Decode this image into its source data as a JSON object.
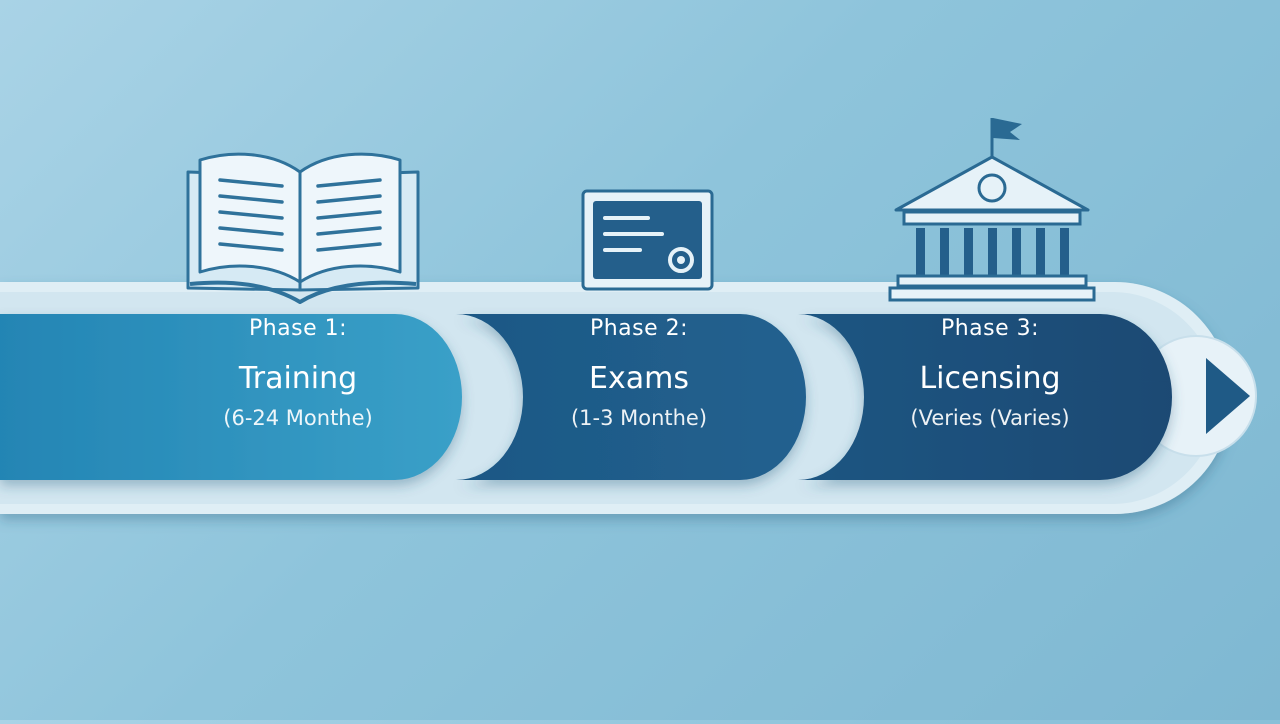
{
  "phases": [
    {
      "label": "Phase 1:",
      "title": "Training",
      "duration": "(6-24 Monthe)",
      "icon": "open-book-icon"
    },
    {
      "label": "Phase 2:",
      "title": "Exams",
      "duration": "(1-3 Monthe)",
      "icon": "certificate-icon"
    },
    {
      "label": "Phase 3:",
      "title": "Licensing",
      "duration": "(Veries (Varies)",
      "icon": "government-building-icon"
    }
  ],
  "colors": {
    "phase1": "#2c8bb8",
    "phase2": "#1f5a86",
    "phase3": "#1c4f78",
    "track": "#dcecf4",
    "icon_stroke": "#2a6a93",
    "icon_fill": "#e3f0f7"
  }
}
